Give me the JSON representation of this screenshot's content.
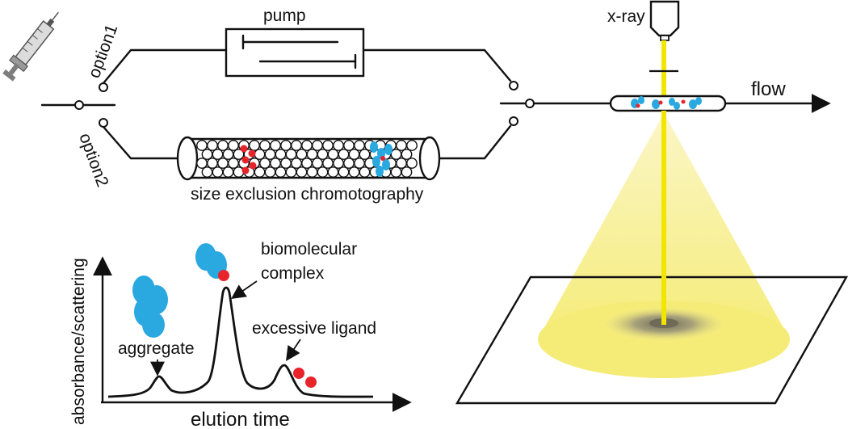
{
  "labels": {
    "pump": "pump",
    "xray": "x-ray",
    "flow": "flow",
    "option1": "option1",
    "option2": "option2",
    "sec": "size exclusion chromotography",
    "yaxis": "absorbance/scattering",
    "xaxis": "elution time",
    "aggregate": "aggregate",
    "complex_line1": "biomolecular",
    "complex_line2": "complex",
    "ligand": "excessive ligand"
  },
  "colors": {
    "protein": "#2aa8e0",
    "ligand": "#e8232a",
    "beam": "#f2e600",
    "cone": "#f7ef8a",
    "line": "#111111"
  }
}
